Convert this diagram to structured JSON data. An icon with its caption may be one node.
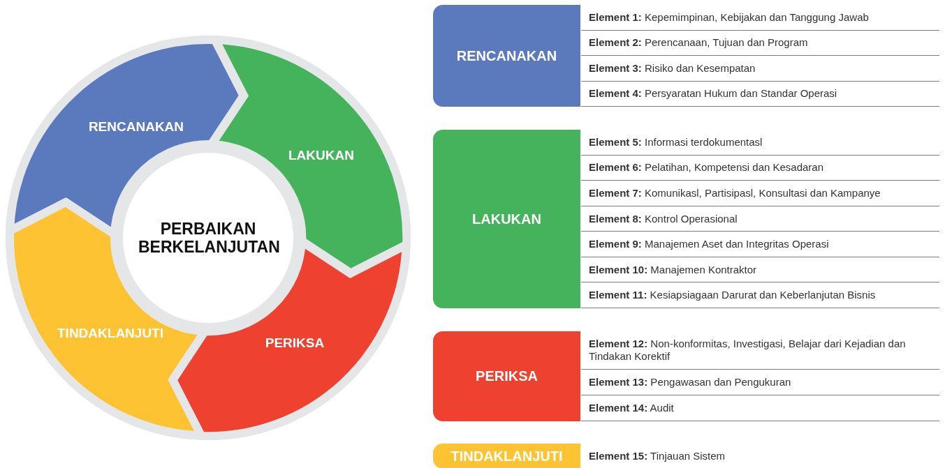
{
  "diagram": {
    "nodes": [
      {
        "text": [
          "PERBAIKAN BERKELANJUTAN"
        ]
      },
      {
        "text": [
          "RENCANAKAN"
        ]
      },
      {
        "text": [
          "LAKUKAN"
        ]
      },
      {
        "text": [
          "PERIKSA"
        ]
      },
      {
        "text": [
          "TINDAKLANJUTI"
        ]
      },
      {
        "text": [
          "RENCANAKAN"
        ],
        "beside": [
          "**Element 1:** Kepemimpinan, Kebijakan dan Tanggung Jawab",
          "**Element 2:** Perencanaan, Tujuan dan Program",
          "**Element 3:** Risiko dan Kesempatan",
          "**Element 4:** Persyaratan Hukum dan Standar Operasi"
        ]
      },
      {
        "text": [
          "LAKUKAN"
        ],
        "beside": [
          "**Element 5:** Informasi terdokumentasl",
          "**Element 6:** Pelatihan, Kompetensi dan Kesadaran",
          "**Element 7:** Komunikasl, Partisipasl, Konsultasi dan Kampanye",
          "**Element 8:** Kontrol Operasional",
          "**Element 9:** Manajemen Aset dan Integritas Operasi",
          "**Element 10:** Manajemen Kontraktor",
          "**Element 11:** Kesiapsiagaan Darurat dan Keberlanjutan Bisnis"
        ]
      },
      {
        "text": [
          "PERIKSA"
        ],
        "beside": [
          "**Element 12:** Non-konformitas, Investigasi, Belajar dari Kejadian dan Tindakan Korektif",
          "**Element 13:** Pengawasan dan Pengukuran",
          "**Element 14:** Audit"
        ]
      },
      {
        "text": [
          "TINDAKLANJUTI"
        ],
        "beside": [
          "**Element 15:** Tinjauan Sistem"
        ]
      }
    ]
  }
}
